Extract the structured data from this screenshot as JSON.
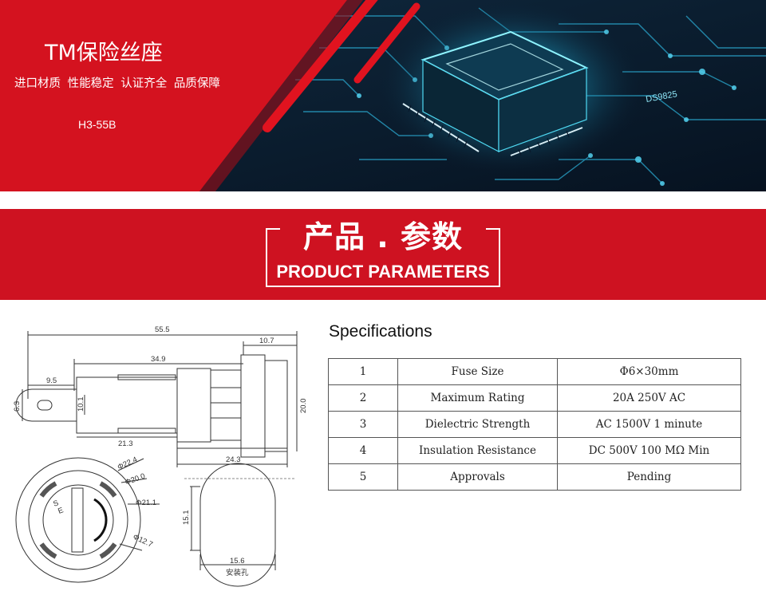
{
  "banner": {
    "title": "TM保险丝座",
    "features": "进口材质 性能稳定 认证齐全 品质保障",
    "model": "H3-55B",
    "image_text": "DS9825"
  },
  "section": {
    "title_cn": "产品 . 参数",
    "title_en": "PRODUCT PARAMETERS"
  },
  "drawing": {
    "dimensions": {
      "overall_length": "55.5",
      "thread_length": "10.7",
      "body_length": "34.9",
      "tab_length": "9.5",
      "tab_height": "6.3",
      "body_height": "10.1",
      "nut_diameter": "20.0",
      "shoulder_length": "21.3",
      "rear_length": "24.3",
      "d1": "Φ22.4",
      "d2": "Φ20.0",
      "d3": "Φ21.1",
      "d4": "Φ12.7",
      "hole_height": "15.1",
      "hole_width": "15.6",
      "hole_label": "安装孔",
      "mark_s": "S",
      "mark_e": "E"
    }
  },
  "specifications": {
    "heading": "Specifications",
    "rows": [
      {
        "no": "1",
        "item": "Fuse Size",
        "value": "Φ6×30mm"
      },
      {
        "no": "2",
        "item": "Maximum Rating",
        "value": "20A 250V AC"
      },
      {
        "no": "3",
        "item": "Dielectric Strength",
        "value": "AC 1500V 1 minute"
      },
      {
        "no": "4",
        "item": "Insulation Resistance",
        "value": "DC 500V 100 MΩ  Min"
      },
      {
        "no": "5",
        "item": "Approvals",
        "value": "Pending"
      }
    ]
  },
  "colors": {
    "brand_red": "#ce1221",
    "circuit_cyan": "#38d6f5"
  }
}
